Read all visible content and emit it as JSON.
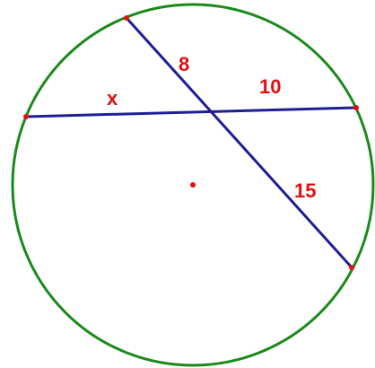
{
  "colors": {
    "circle": "#1a8a1a",
    "chord": "#1e1e96",
    "point": "#e01010",
    "label": "#e01010",
    "background": "#ffffff"
  },
  "labels": {
    "upper_left_segment": "8",
    "left_segment": "x",
    "right_segment": "10",
    "lower_right_segment": "15"
  }
}
